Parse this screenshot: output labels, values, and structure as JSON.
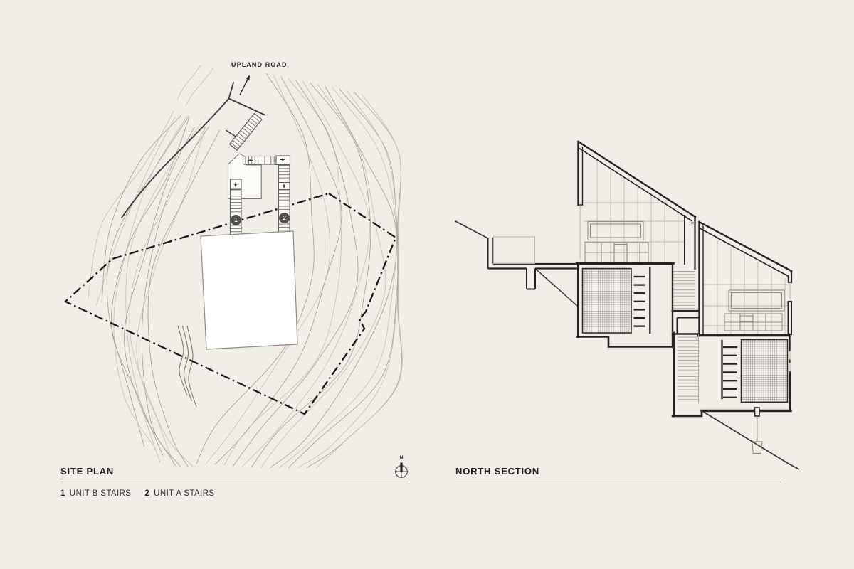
{
  "palette": {
    "background": "#f0eee7",
    "ink": "#232220",
    "contour": "#a39f94",
    "contour_light": "#c2bfb5",
    "marker_fill": "#514f4a"
  },
  "site_plan": {
    "title": "SITE PLAN",
    "road_label": "UPLAND ROAD",
    "compass_label": "N",
    "legend": [
      {
        "num": "1",
        "label": "UNIT B STAIRS"
      },
      {
        "num": "2",
        "label": "UNIT A STAIRS"
      }
    ],
    "markers": [
      {
        "num": "1"
      },
      {
        "num": "2"
      }
    ]
  },
  "section": {
    "title": "NORTH SECTION"
  }
}
